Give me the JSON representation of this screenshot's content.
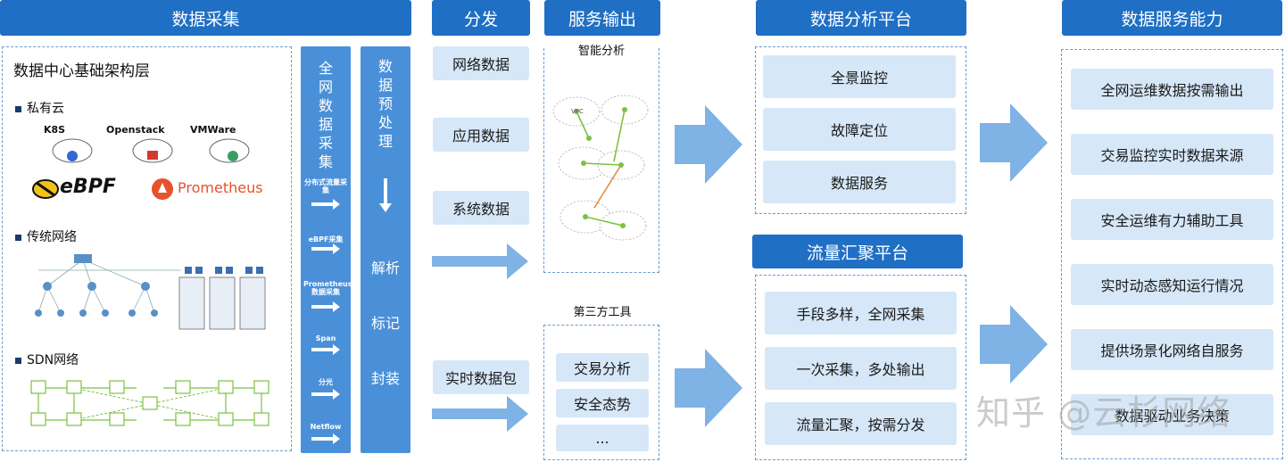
{
  "headers": {
    "collection": "数据采集",
    "distribution": "分发",
    "service_output": "服务输出",
    "analysis_platform": "数据分析平台",
    "service_capability": "数据服务能力",
    "traffic_platform": "流量汇聚平台"
  },
  "left_panel": {
    "title": "数据中心基础架构层",
    "private_cloud": "私有云",
    "k8s": "K8S",
    "openstack": "Openstack",
    "vmware": "VMWare",
    "ebpf": "eBPF",
    "prometheus": "Prometheus",
    "traditional": "传统网络",
    "sdn": "SDN网络"
  },
  "collect_col": {
    "title_chars": [
      "全",
      "网",
      "数",
      "据",
      "采",
      "集"
    ],
    "items": [
      "分布式流量采集",
      "eBPF采集",
      "Prometheus数据采集",
      "Span",
      "分光",
      "Netflow"
    ]
  },
  "preprocess_col": {
    "title_chars": [
      "数",
      "据",
      "预",
      "处",
      "理"
    ],
    "steps": [
      "解析",
      "标记",
      "封装"
    ]
  },
  "distribution": {
    "items": [
      "网络数据",
      "应用数据",
      "系统数据",
      "实时数据包"
    ]
  },
  "service_output": {
    "smart_label": "智能分析",
    "third_party_label": "第三方工具",
    "third_party_items": [
      "交易分析",
      "安全态势",
      "..."
    ],
    "vpc_label": "VPC"
  },
  "analysis_platform": {
    "items": [
      "全景监控",
      "故障定位",
      "数据服务"
    ]
  },
  "traffic_platform": {
    "items": [
      "手段多样，全网采集",
      "一次采集，多处输出",
      "流量汇聚，按需分发"
    ]
  },
  "service_capability": {
    "items": [
      "全网运维数据按需输出",
      "交易监控实时数据来源",
      "安全运维有力辅助工具",
      "实时动态感知运行情况",
      "提供场景化网络自服务",
      "数据驱动业务决策"
    ]
  },
  "watermark": "知乎 @云杉网络",
  "colors": {
    "header": "#1f6fc5",
    "light_box": "#d6e7f8",
    "column": "#4a90d9",
    "arrow": "#7fb2e5"
  }
}
